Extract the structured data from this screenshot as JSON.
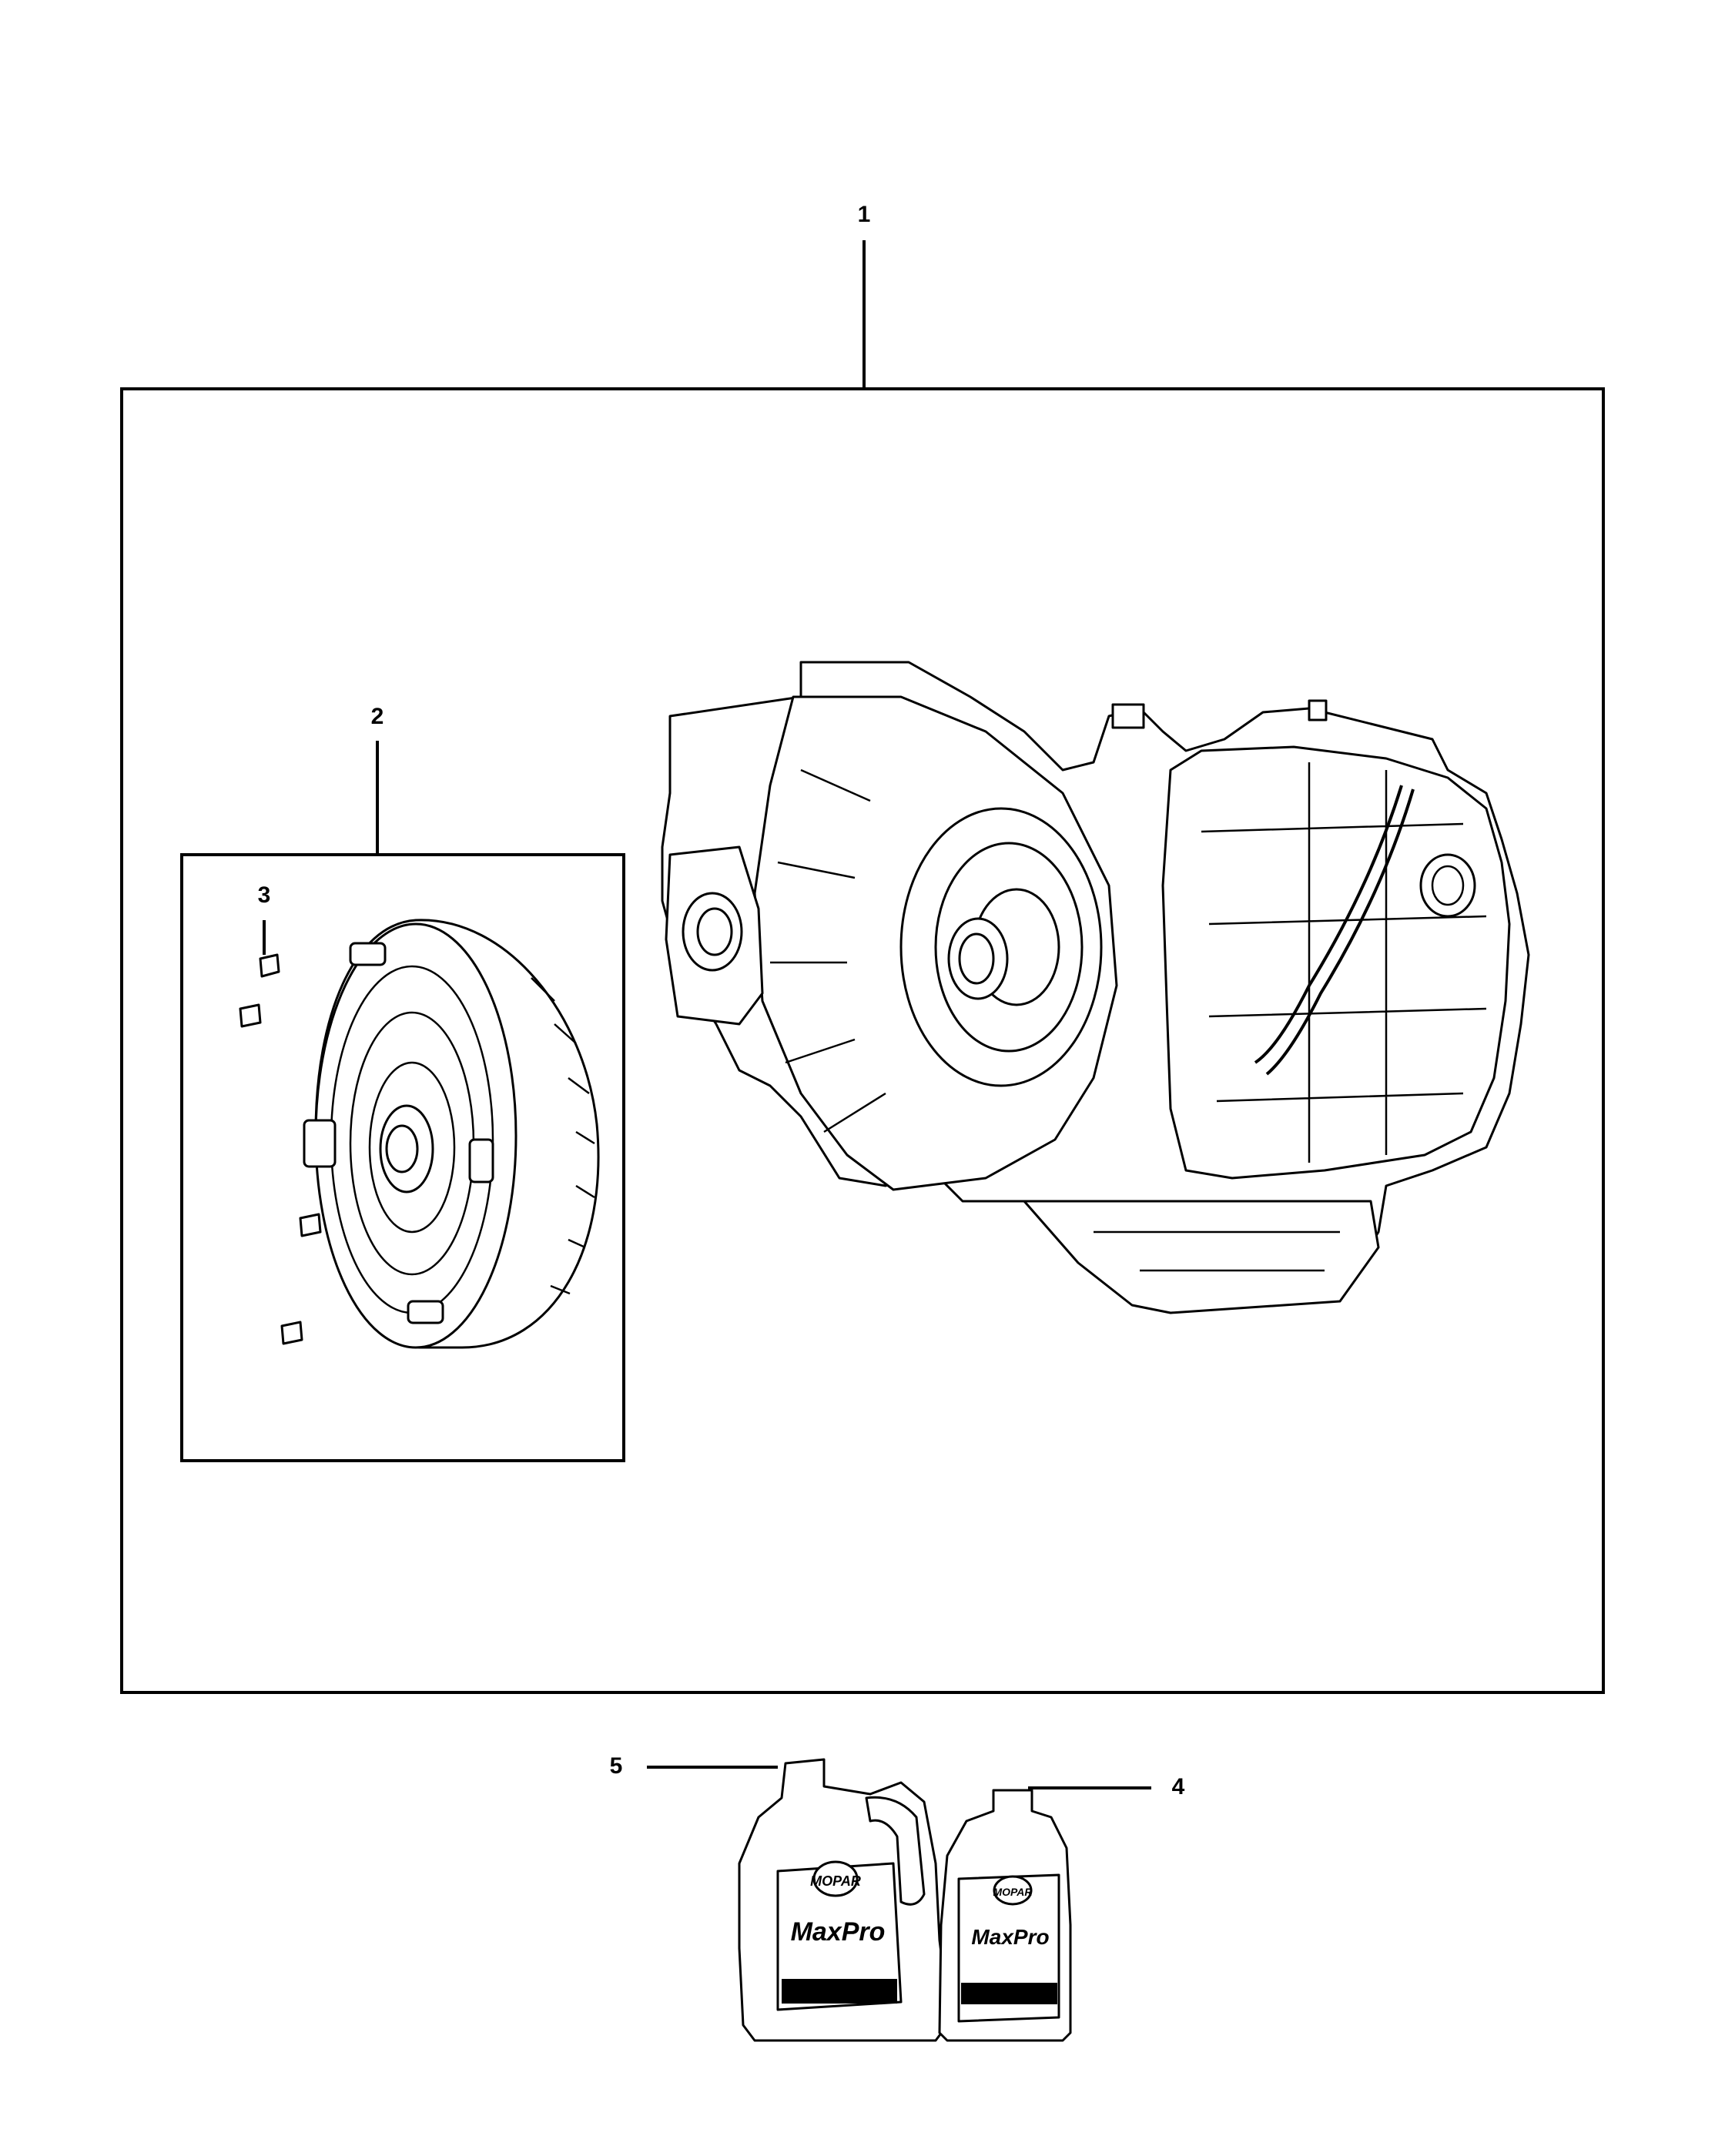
{
  "callouts": {
    "c1": "1",
    "c2": "2",
    "c3": "3",
    "c4": "4",
    "c5": "5"
  },
  "labels": {
    "brand_large": "MaxPro",
    "brand_small": "MaxPro",
    "mopar_large": "MOPAR",
    "mopar_small": "MOPAR"
  },
  "icons": [
    "transmission-assembly",
    "torque-converter",
    "bolt",
    "fluid-jug",
    "fluid-bottle"
  ]
}
